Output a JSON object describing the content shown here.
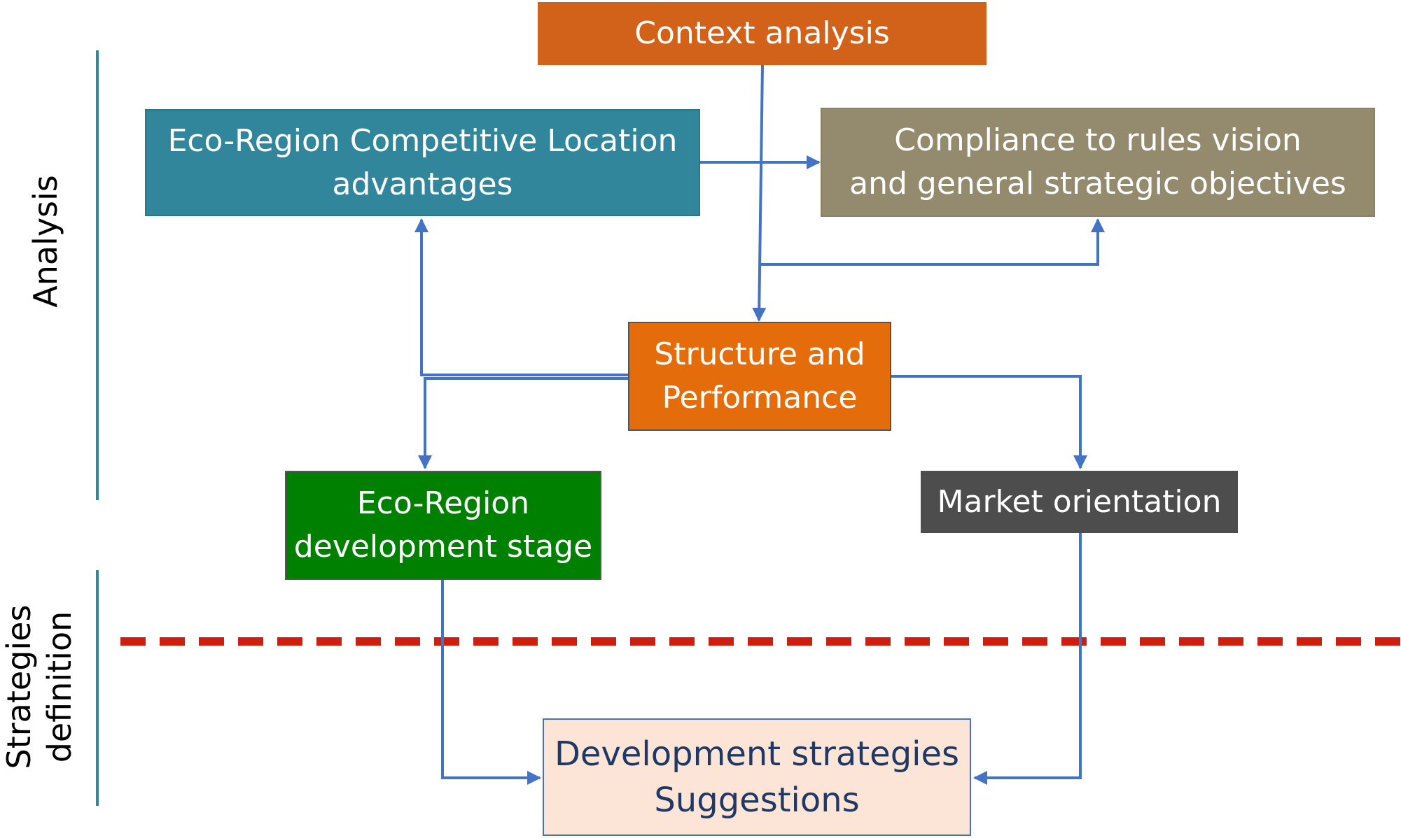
{
  "phases": {
    "analysis": "Analysis",
    "strategies_line1": "Strategies",
    "strategies_line2": "definition"
  },
  "boxes": {
    "context": {
      "text": "Context analysis",
      "color": "#d2621a"
    },
    "eco_region": {
      "line1": "Eco-Region Competitive Location",
      "line2": "advantages",
      "color": "#31869b"
    },
    "compliance": {
      "line1": "Compliance to rules vision",
      "line2": "and general strategic objectives",
      "color": "#948a6e"
    },
    "structure": {
      "line1": "Structure and",
      "line2": "Performance",
      "color": "#e46c0a"
    },
    "development_stage": {
      "line1": "Eco-Region",
      "line2": "development stage",
      "color": "#008000"
    },
    "market": {
      "text": "Market orientation",
      "color": "#4d4d4d"
    },
    "strategies": {
      "line1": "Development strategies",
      "line2": "Suggestions",
      "color": "#fce4d6",
      "border": "#4472c4",
      "text_color": "#1f3864"
    }
  },
  "colors": {
    "arrow": "#4472c4",
    "phase_bar": "#31869b",
    "divider": "#cc1f10"
  }
}
